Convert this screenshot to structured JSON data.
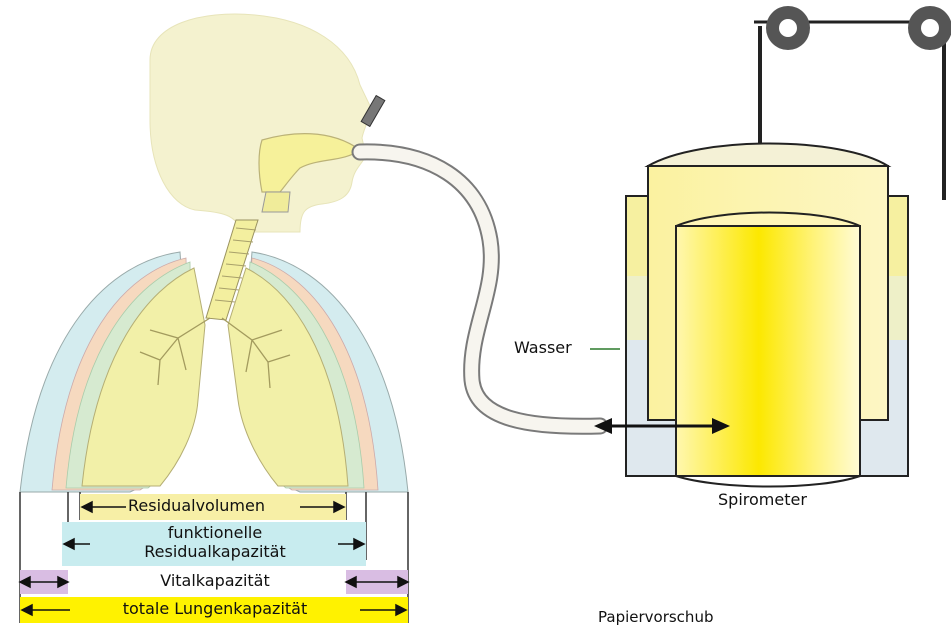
{
  "labels": {
    "wasser": "Wasser",
    "spirometer": "Spirometer",
    "papiervorschub": "Papiervorschub",
    "residualvolumen": "Residualvolumen",
    "frk_line1": "funktionelle",
    "frk_line2": "Residualkapazität",
    "vitalkapazitaet": "Vitalkapazität",
    "totale_lungenkapazitaet": "totale Lungenkapazität"
  },
  "colors": {
    "residualvolumen": "#f7efa6",
    "funktionelle_residualkapazitaet": "#c8ecef",
    "vitalkapazitaet": "#d9bde3",
    "totale_lungenkapazitaet": "#fff200",
    "lung_fill": "#f2f0a8",
    "pleura_blue": "#d4ecef",
    "pleura_green": "#d6ead0",
    "pleura_peach": "#f6d9bf",
    "spirometer_yellow": "#fde93a",
    "water": "#eef0c8"
  },
  "icons": [
    "pulley-wheel-icon",
    "pulley-wheel-icon",
    "double-arrow-icon"
  ]
}
